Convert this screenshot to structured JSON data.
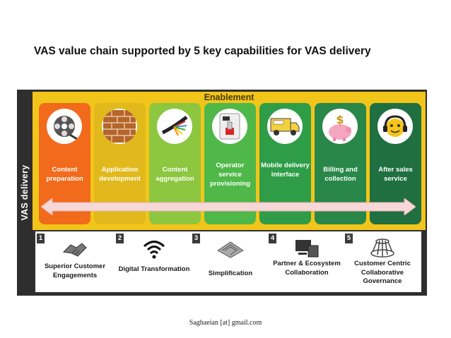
{
  "title": "VAS value chain supported by 5 key capabilities for VAS delivery",
  "side_label": "VAS delivery",
  "enablement": "Enablement",
  "chain": [
    {
      "label": "Content preparation",
      "color": "#f26a1b",
      "icon": "film-reel-icon"
    },
    {
      "label": "Application development",
      "color": "#e2b91c",
      "icon": "brick-wall-icon"
    },
    {
      "label": "Content aggregation",
      "color": "#8dc63f",
      "icon": "cables-icon"
    },
    {
      "label": "Operator service provisioning",
      "color": "#4fb848",
      "icon": "switch-icon"
    },
    {
      "label": "Mobile delivery interface",
      "color": "#2f9d48",
      "icon": "delivery-van-icon"
    },
    {
      "label": "Billing and collection",
      "color": "#29874a",
      "icon": "piggy-bank-icon"
    },
    {
      "label": "After sales service",
      "color": "#1f6f40",
      "icon": "support-headset-icon"
    }
  ],
  "capabilities": [
    {
      "num": "1",
      "label": "Superior Customer Engagements",
      "icon": "handshake-icon"
    },
    {
      "num": "2",
      "label": "Digital Transformation",
      "icon": "wifi-icon"
    },
    {
      "num": "3",
      "label": "Simplification",
      "icon": "maze-icon"
    },
    {
      "num": "4",
      "label": "Partner & Ecosystem Collaboration",
      "icon": "devices-icon"
    },
    {
      "num": "5",
      "label": "Customer Centric Collaborative Governance",
      "icon": "network-icon"
    }
  ],
  "footer": "Saghaeian [at] gmail.com"
}
